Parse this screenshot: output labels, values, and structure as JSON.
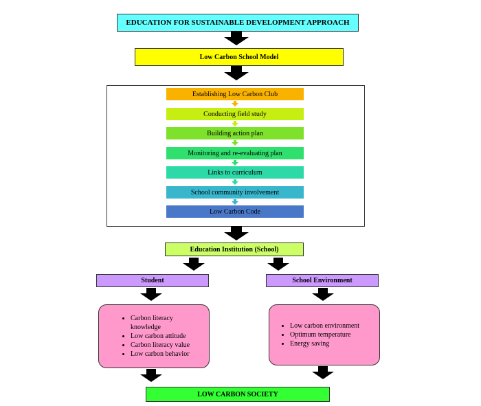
{
  "title": "EDUCATION FOR SUSTAINABLE DEVELOPMENT APPROACH",
  "model": "Low Carbon School Model",
  "steps": [
    {
      "label": "Establishing Low Carbon Club",
      "color": "#f9b200"
    },
    {
      "label": "Conducting field study",
      "color": "#c6ee12"
    },
    {
      "label": "Building action plan",
      "color": "#7ee12c"
    },
    {
      "label": "Monitoring and re-evaluating plan",
      "color": "#2fe06e"
    },
    {
      "label": "Links to curriculum",
      "color": "#2ed9a8"
    },
    {
      "label": "School community involvement",
      "color": "#38b6cc"
    },
    {
      "label": "Low Carbon Code",
      "color": "#4a78c8"
    }
  ],
  "institution": "Education Institution (School)",
  "student": {
    "title": "Student",
    "items": [
      "Carbon literacy knowledge",
      "Low carbon attitude",
      "Carbon literacy value",
      "Low carbon behavior"
    ]
  },
  "environment": {
    "title": "School Environment",
    "items": [
      "Low carbon environment",
      "Optimum temperature",
      "Energy saving"
    ]
  },
  "society": "LOW CARBON SOCIETY",
  "colors": {
    "title_fill": "#66ffff",
    "model_fill": "#ffff00",
    "institution_fill": "#ccff66",
    "branch_fill": "#cc99ff",
    "detail_fill": "#ff99cc",
    "society_fill": "#33ff33",
    "arrow": "#000000"
  }
}
